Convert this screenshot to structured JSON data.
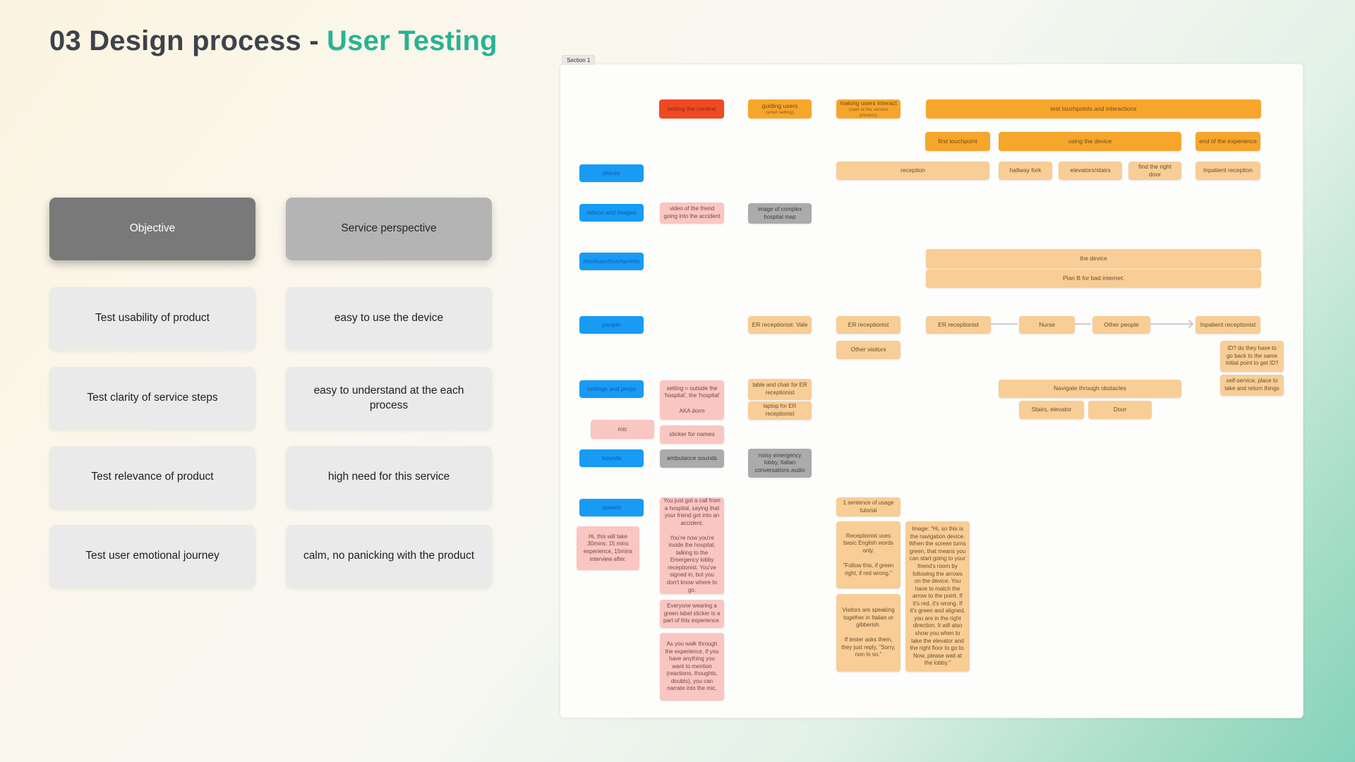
{
  "title": {
    "prefix": "03 Design process - ",
    "accent": "User Testing"
  },
  "left_panel": {
    "rows": [
      {
        "left": "Objective",
        "right": "Service perspective"
      },
      {
        "left": "Test usability of product",
        "right": "easy to use the device"
      },
      {
        "left": "Test clarity of service steps",
        "right": "easy to understand at the each process"
      },
      {
        "left": "Test relevance of product",
        "right": "high need for this service"
      },
      {
        "left": "Test user emotional journey",
        "right": "calm, no panicking with the product"
      }
    ]
  },
  "board": {
    "section_label": "Section 1",
    "notes": {
      "setting_context": "setting the context",
      "guiding_users": "guiding users",
      "guiding_users_sub": "(enter setting)",
      "making_users": "making users interact",
      "making_users_sub": "(start of the service process)",
      "test_touchpoints": "test touchpoints and interactions",
      "first_touchpoint": "first touchpoint",
      "using_device": "using the device",
      "end_experience": "end of the experience",
      "reception": "reception",
      "hallway_fork": "hallway fork",
      "elevators_stairs": "elevators/stairs",
      "find_door": "find the right door",
      "inpatient_reception": "Inpatient reception",
      "places": "places",
      "videos_images": "videos and images",
      "mockups_touchpoints": "mockups/touchpoints",
      "people": "people",
      "settings_props": "settings and props",
      "sounds": "sounds",
      "speech": "speech",
      "video_friend": "video of the friend going into the accident",
      "image_map": "image of complex hospital map",
      "device": "the device",
      "device_plan": "Plan B for bad internet:",
      "er_vale": "ER receptionist: Vale",
      "er_receptionist_col": "ER receptionist",
      "other_visitors": "Other visitors",
      "er_receptionist": "ER receptionist",
      "nurse": "Nurse",
      "other_people": "Other people",
      "inpatient_receptionist": "Inpatient receptionist",
      "id_question": "ID? do they have to go back to the same initial point to get ID?",
      "self_service": "self-service, place to take and return things",
      "setting_outside": "setting = outside the 'hospital', the 'hospital'\n\nAKA dorm",
      "table_chair": "table and chair for ER receptionist",
      "laptop": "laptop for ER receptionist",
      "navigate_obstacles": "Navigate through obstacles",
      "stairs_elevator": "Stairs, elevator",
      "door": "Door",
      "mic": "mic",
      "sticker_names": "sticker for names",
      "ambulance": "ambulance sounds",
      "noisy_lobby": "noisy emergency lobby, Italian conversations audio",
      "hi_30mins": "Hi, this will take 30mins: 15 mins experience, 15mins interview after.",
      "call_story": "You just got a call from a hospital, saying that your friend got into an accident.\n\nYou're now you're inside the hospital, talking to the Emergency lobby receptionist. You've signed in, but you don't know where to go.",
      "green_sticker": "Everyone wearing a green label sticker is a part of this experience.",
      "narrate_mic": "As you walk through the experience, if you have anything you want to mention (reactions, thoughts, doubts), you can narrate into the mic.",
      "usage_tutorial": "1 sentence of usage tutorial",
      "receptionist_english": "Receptionist uses basic English words only.\n\n\"Follow this, if green right, if red wrong.\"",
      "visitors_italian": "Visitors are speaking together in Italian or gibberish.\n\nIf tester asks them, they just reply, \"Sorry, non lo so.\"",
      "image_tutorial": "Image: \"Hi, so this is the navigation device. When the screen turns green, that means you can start going to your friend's room by following the arrows on the device. You have to match the arrow to the point. If it's red, it's wrong. If it's green and aligned, you are in the right direction. It will also show you when to take the elevator and the right floor to go to. Now, please wait at the lobby.\""
    }
  },
  "colors": {
    "accent": "#29b294",
    "sticky_blue": "#189bf5",
    "sticky_red": "#f04a23",
    "sticky_orange": "#f7a62c",
    "sticky_light_orange": "#f8cd96",
    "sticky_pink": "#f9c6c2",
    "sticky_gray": "#ababab"
  }
}
